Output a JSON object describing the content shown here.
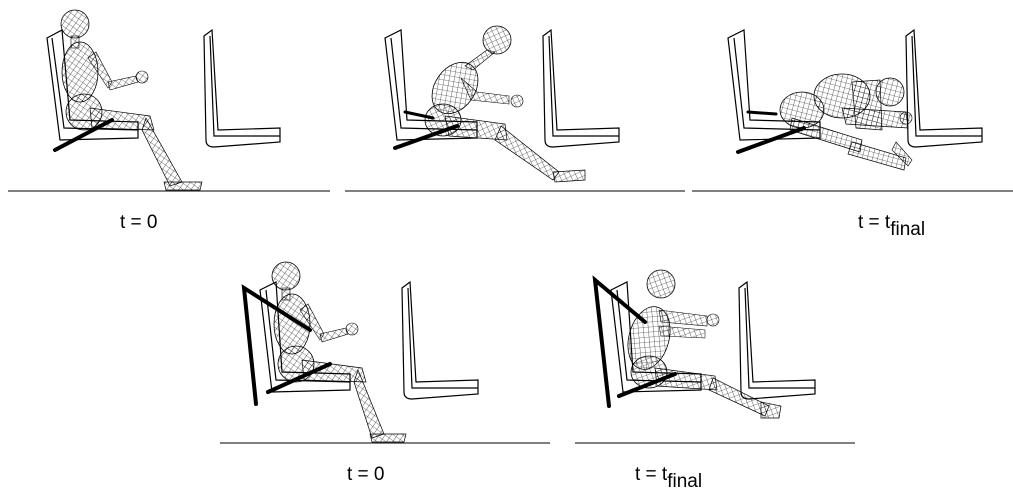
{
  "captions": {
    "top_first": "t = 0",
    "top_last_base": "t = t",
    "top_last_sub": "final",
    "bottom_first": "t = 0",
    "bottom_last_base": "t = t",
    "bottom_last_sub": "final"
  }
}
